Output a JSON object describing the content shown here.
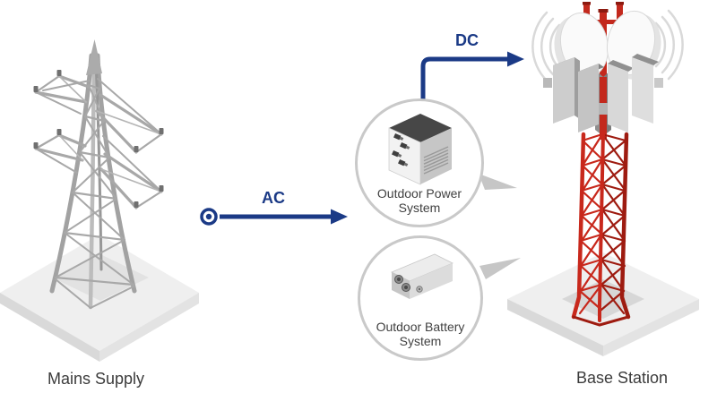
{
  "labels": {
    "mains_supply": "Mains Supply",
    "base_station": "Base Station",
    "ac": "AC",
    "dc": "DC"
  },
  "bubbles": {
    "power": {
      "line1": "Outdoor Power",
      "line2": "System"
    },
    "battery": {
      "line1": "Outdoor Battery",
      "line2": "System"
    }
  },
  "colors": {
    "accent_blue": "#1b3a86",
    "tower_red": "#c8281c",
    "tower_red_dark": "#9e1b10",
    "structure_gray": "#a8a8a8",
    "platform_gray": "#efefef",
    "circle_border": "#c9c9c9",
    "text_dark": "#3c3c3c"
  }
}
